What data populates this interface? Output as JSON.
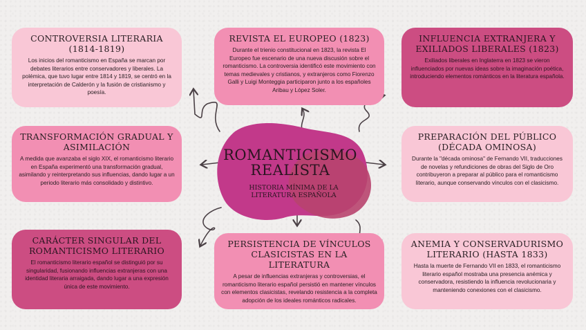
{
  "center": {
    "title": "ROMANTICISMO REALISTA",
    "subtitle": "HISTORIA MÍNIMA DE LA LITERATURA ESPAÑOLA"
  },
  "cards": [
    {
      "id": "c1",
      "title": "CONTROVERSIA LITERARIA (1814-1819)",
      "body": "Los inicios del romanticismo en España se marcan por debates literarios entre conservadores y liberales. La polémica, que tuvo lugar entre 1814 y 1819, se centró en la interpretación de Calderón y la fusión de cristianismo y poesía."
    },
    {
      "id": "c2",
      "title": "REVISTA EL EUROPEO (1823)",
      "body": "Durante el trienio constitucional en 1823, la revista El Europeo fue escenario de una nueva discusión sobre el romanticismo. La controversia identificó este movimiento con temas medievales y cristianos, y extranjeros como Fiorenzo Galli y Luigi Monteggia participaron junto a los españoles Aribau y López Soler."
    },
    {
      "id": "c3",
      "title": "INFLUENCIA EXTRANJERA Y EXILIADOS LIBERALES (1823)",
      "body": "Exiliados liberales en Inglaterra en 1823 se vieron influenciados por nuevas ideas sobre la imaginación poética, introduciendo elementos románticos en la literatura española."
    },
    {
      "id": "c4",
      "title": "TRANSFORMACIÓN GRADUAL Y ASIMILACIÓN",
      "body": "A medida que avanzaba el siglo XIX, el romanticismo literario en España experimentó una transformación gradual, asimilando y reinterpretando sus influencias, dando lugar a un periodo literario más consolidado y distintivo."
    },
    {
      "id": "c5",
      "title": "PREPARACIÓN DEL PÚBLICO (DÉCADA OMINOSA)",
      "body": "Durante la \"década ominosa\" de Fernando VII, traducciones de novelas y refundiciones de obras del Siglo de Oro contribuyeron a preparar al público para el romanticismo literario, aunque conservando vínculos con el clasicismo."
    },
    {
      "id": "c6",
      "title": "CARÁCTER SINGULAR DEL ROMANTICISMO LITERARIO",
      "body": "El romanticismo literario español se distinguió por su singularidad, fusionando influencias extranjeras con una identidad literaria arraigada, dando lugar a una expresión única de este movimiento."
    },
    {
      "id": "c7",
      "title": "PERSISTENCIA DE VÍNCULOS CLASICISTAS EN LA LITERATURA",
      "body": "A pesar de influencias extranjeras y controversias, el romanticismo literario español persistió en mantener vínculos con elementos clasicistas, revelando resistencia a la completa adopción de los ideales románticos radicales."
    },
    {
      "id": "c8",
      "title": "ANEMIA Y CONSERVADURISMO LITERARIO (HASTA 1833)",
      "body": "Hasta la muerte de Fernando VII en 1833, el romanticismo literario español mostraba una presencia anémica y conservadora, resistiendo la influencia revolucionaria y manteniendo conexiones con el clasicismo."
    }
  ],
  "colors": {
    "background": "#f1efee",
    "card_light": "#f9c7d6",
    "card_mid": "#f28fb3",
    "card_dark": "#cc4d82",
    "blob_magenta": "#c2398a",
    "blob_rose": "#b8446e",
    "arrow": "#4a4045"
  }
}
